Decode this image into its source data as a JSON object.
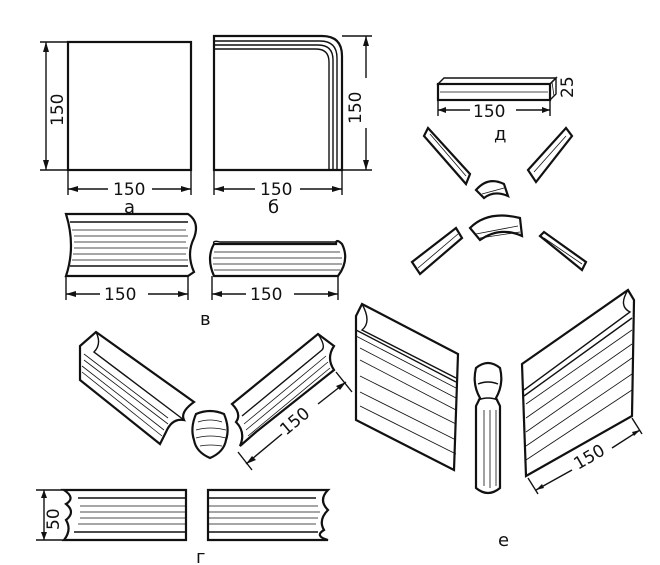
{
  "figure": {
    "a": {
      "label": "а",
      "width_dim": "150",
      "height_dim": "150"
    },
    "b": {
      "label": "б",
      "width_dim": "150",
      "height_dim": "150"
    },
    "v": {
      "label": "в",
      "left_dim": "150",
      "right_dim": "150"
    },
    "g": {
      "label": "г",
      "diag_dim": "150",
      "height_dim": "50"
    },
    "d": {
      "label": "д",
      "length_dim": "150",
      "height_dim": "25"
    },
    "e": {
      "label": "е",
      "diag_dim": "150"
    }
  }
}
